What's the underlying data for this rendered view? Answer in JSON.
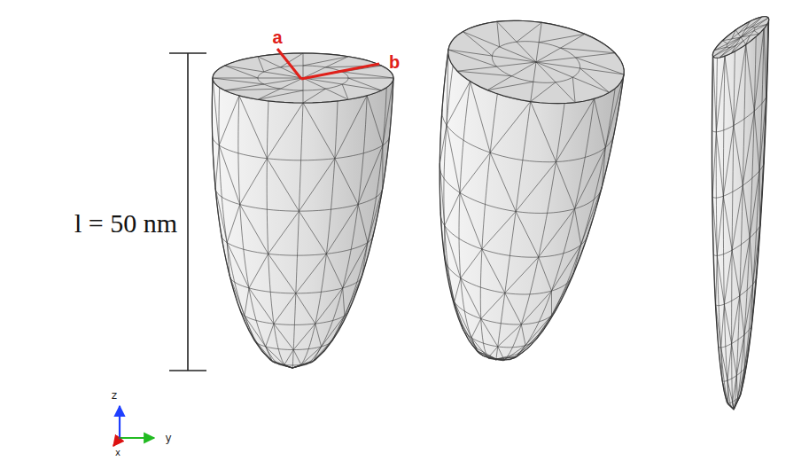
{
  "diagram": {
    "labels": [
      "a",
      "b",
      "l = 50 nm",
      "z",
      "y",
      "x"
    ]
  }
}
